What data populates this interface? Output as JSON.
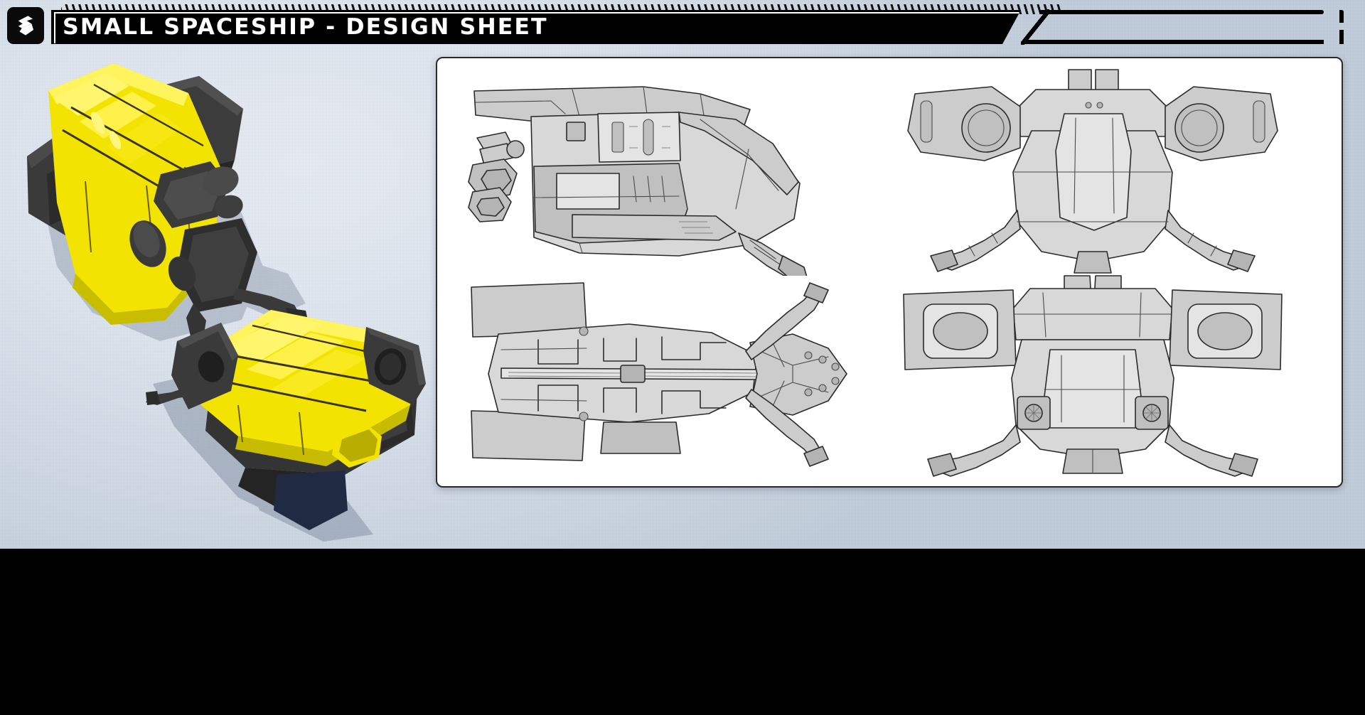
{
  "header": {
    "title": "SMALL SPACESHIP - DESIGN SHEET",
    "logo_icon": "angular-z-logo-icon",
    "hatch_icon": "diagonal-hatch-stripe-icon",
    "right_tab_icon": "angled-frame-tab-icon"
  },
  "canvas": {
    "background_color": "#d7e0ec",
    "letterbox_color": "#000000"
  },
  "renders": [
    {
      "name": "hero-render-top-left",
      "view_label": "three-quarter front-top perspective",
      "primary_color": "#f2e400",
      "secondary_color": "#2e2e2e",
      "shadow_color": "#9aa7b8"
    },
    {
      "name": "hero-render-bottom-right",
      "view_label": "three-quarter rear-top perspective",
      "primary_color": "#f2e400",
      "secondary_color": "#2e2e2e",
      "shadow_color": "#8a95a6"
    }
  ],
  "ortho_panel": {
    "background_color": "#ffffff",
    "border_color": "#2a2a2a",
    "views": [
      {
        "name": "ortho-side-view",
        "label": "side view",
        "position": "top-left"
      },
      {
        "name": "ortho-front-view",
        "label": "front view",
        "position": "top-right"
      },
      {
        "name": "ortho-top-view",
        "label": "top view",
        "position": "bottom-left"
      },
      {
        "name": "ortho-rear-view",
        "label": "rear view",
        "position": "bottom-right"
      }
    ],
    "line_color": "#2b2b2b",
    "fill_color": "#d0d0d0"
  }
}
